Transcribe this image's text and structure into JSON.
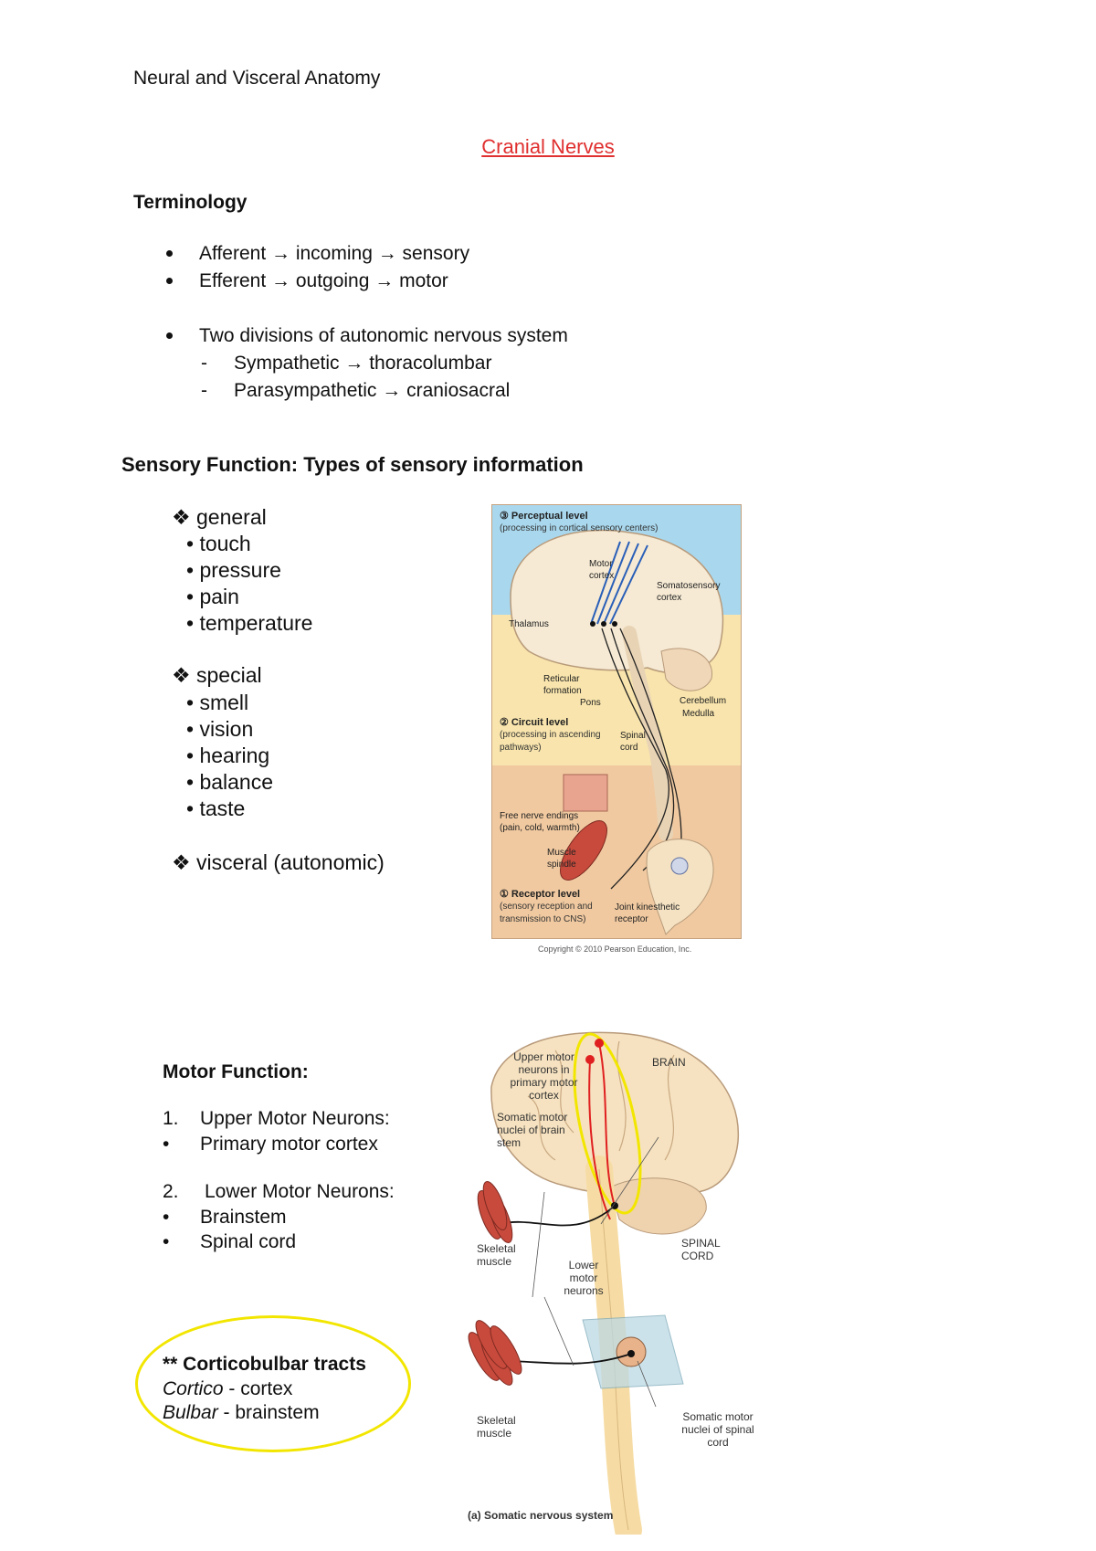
{
  "header": "Neural and Visceral Anatomy",
  "title": "Cranial Nerves",
  "terminology": {
    "heading": "Terminology",
    "bullets": [
      "Afferent → incoming → sensory",
      "Efferent → outgoing → motor"
    ],
    "autonomic": "Two divisions of autonomic nervous system",
    "divisions": [
      "Sympathetic → thoracolumbar",
      "Parasympathetic → craniosacral"
    ]
  },
  "sensory": {
    "heading": "Sensory Function: Types of sensory information",
    "general_label": "❖ general",
    "general_items": [
      "• touch",
      "• pressure",
      "• pain",
      "• temperature"
    ],
    "special_label": "❖ special",
    "special_items": [
      "• smell",
      "• vision",
      "• hearing",
      "• balance",
      "• taste"
    ],
    "visceral_label": "❖ visceral (autonomic)"
  },
  "sensory_figure": {
    "perceptual_level": "③ Perceptual level",
    "perceptual_desc": "(processing in cortical sensory centers)",
    "motor_cortex": "Motor cortex",
    "somatosensory_cortex": "Somatosensory cortex",
    "thalamus": "Thalamus",
    "reticular_formation": "Reticular formation",
    "pons": "Pons",
    "cerebellum": "Cerebellum",
    "medulla": "Medulla",
    "circuit_level": "② Circuit level",
    "circuit_desc": "(processing in ascending pathways)",
    "spinal_cord": "Spinal cord",
    "free_nerve": "Free nerve endings (pain, cold, warmth)",
    "muscle_spindle": "Muscle spindle",
    "receptor_level": "① Receptor level",
    "receptor_desc": "(sensory reception and transmission to CNS)",
    "joint_receptor": "Joint kinesthetic receptor",
    "copyright": "Copyright © 2010 Pearson Education, Inc."
  },
  "motor": {
    "heading": "Motor Function:",
    "upper_num": "1.",
    "upper": "Upper Motor Neurons:",
    "upper_items": [
      "Primary motor cortex"
    ],
    "lower_num": "2.",
    "lower": "Lower Motor Neurons:",
    "lower_items": [
      "Brainstem",
      "Spinal cord"
    ],
    "corticobulbar_title": "** Corticobulbar tracts",
    "cortico_term": "Cortico",
    "cortico_def": " - cortex",
    "bulbar_term": "Bulbar",
    "bulbar_def": " - brainstem"
  },
  "motor_figure": {
    "upper_motor": "Upper motor neurons in primary motor cortex",
    "brain": "BRAIN",
    "somatic_brainstem": "Somatic motor nuclei of brain stem",
    "skeletal_muscle_1": "Skeletal muscle",
    "lower_motor": "Lower motor neurons",
    "spinal_cord": "SPINAL CORD",
    "skeletal_muscle_2": "Skeletal muscle",
    "somatic_spinal": "Somatic motor nuclei of spinal cord",
    "caption": "(a) Somatic nervous system"
  },
  "colors": {
    "title": "#e03030",
    "highlight": "#f2e600",
    "neuron": "#e02020"
  }
}
